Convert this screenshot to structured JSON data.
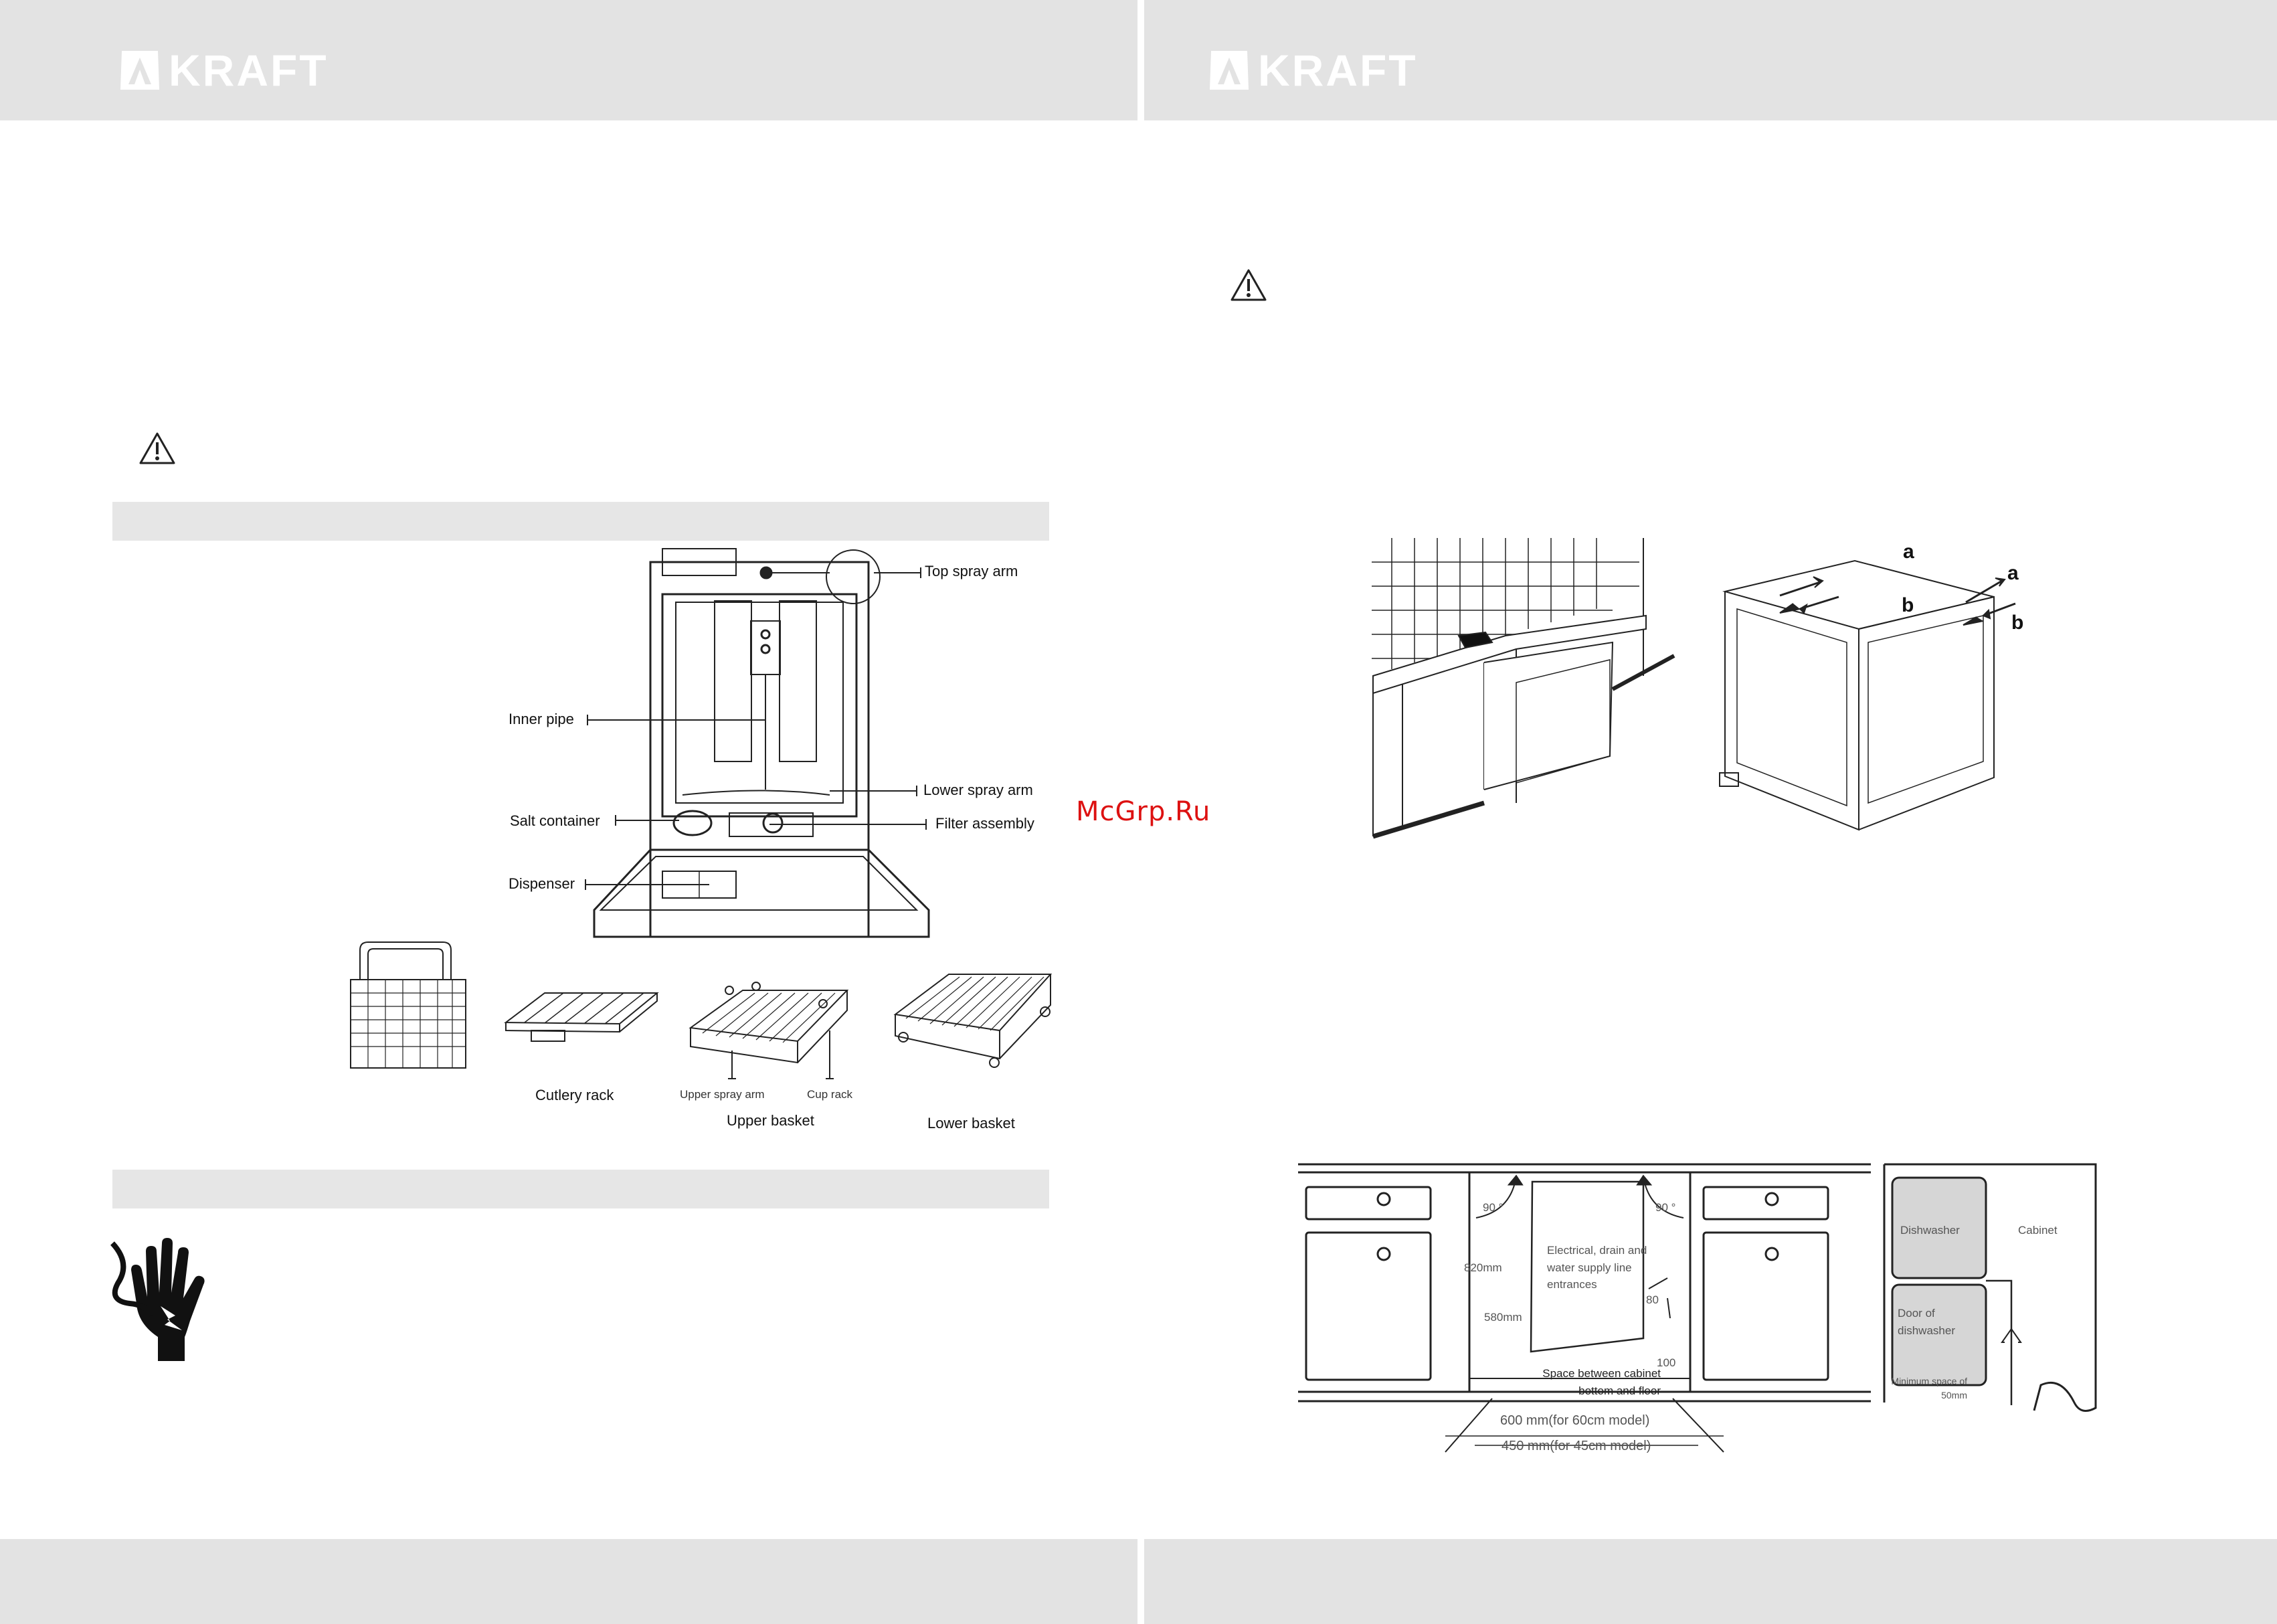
{
  "header": {
    "logo_text": "KRAFT"
  },
  "watermark": "McGrp.Ru",
  "parts_diagram": {
    "top_spray_arm": "Top spray arm",
    "inner_pipe": "Inner pipe",
    "lower_spray_arm": "Lower spray arm",
    "salt_container": "Salt container",
    "filter_assembly": "Filter assembly",
    "dispenser": "Dispenser",
    "cutlery_rack": "Cutlery rack",
    "upper_spray_arm": "Upper spray arm",
    "cup_rack": "Cup rack",
    "upper_basket": "Upper basket",
    "lower_basket": "Lower basket"
  },
  "mounting_diagram": {
    "a1": "a",
    "b1": "b",
    "a2": "a",
    "b2": "b"
  },
  "cabinet_diagram": {
    "angle_left": "90 °",
    "angle_right": "90 °",
    "height_820": "820mm",
    "depth_580": "580mm",
    "entrances": "Electrical, drain and water supply line entrances",
    "dim_80": "80",
    "dim_100": "100",
    "space_note": "Space between cabinet bottom and floor",
    "width_600": "600 mm(for 60cm model)",
    "width_450": "450 mm(for 45cm model)"
  },
  "door_diagram": {
    "dishwasher": "Dishwasher",
    "cabinet": "Cabinet",
    "door": "Door of dishwasher",
    "min_space": "Minimum space of 50mm"
  },
  "colors": {
    "bar": "#e3e3e3",
    "band": "#e6e6e6",
    "watermark": "#dd1111"
  }
}
